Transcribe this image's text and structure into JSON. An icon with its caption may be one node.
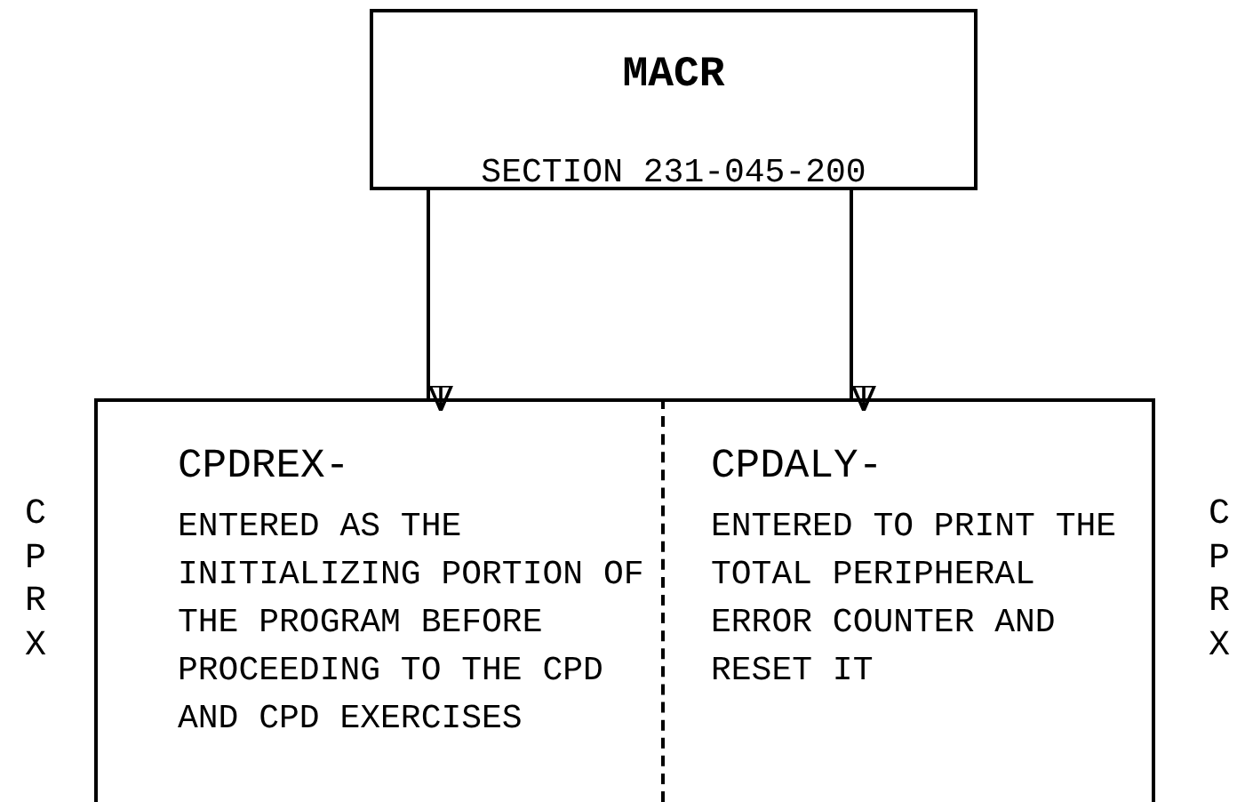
{
  "diagram": {
    "nodes": [
      {
        "text": [
          "MACR",
          "SECTION 231-045-200"
        ]
      },
      {
        "text": [
          "CPDREX-",
          "ENTERED AS THE INITIALIZING PORTION OF THE PROGRAM BEFORE PROCEEDING TO THE CPD AND CPD EXERCISES"
        ]
      },
      {
        "text": [
          "CPDALY-",
          "ENTERED TO PRINT THE TOTAL PERIPHERAL ERROR COUNTER AND RESET IT"
        ]
      }
    ],
    "edges": [
      {
        "from": 0,
        "to": 1,
        "arrow": "to"
      },
      {
        "from": 0,
        "to": 2,
        "arrow": "to"
      }
    ],
    "labels": [
      "CPRX",
      "CPRX"
    ]
  }
}
